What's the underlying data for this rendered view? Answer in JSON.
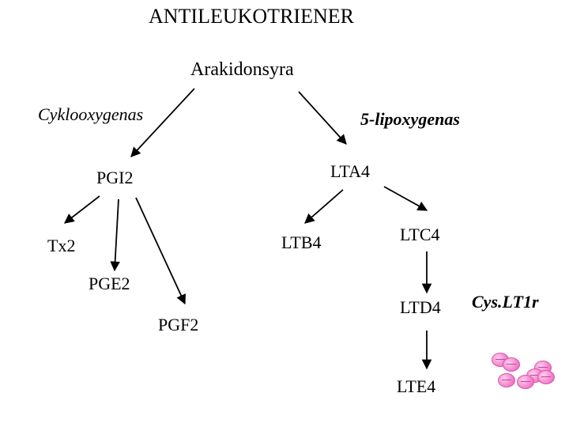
{
  "title": "ANTILEUKOTRIENER",
  "nodes": {
    "arachidonic": "Arakidonsyra",
    "cox": "Cyklooxygenas",
    "lox": "5-lipoxygenas",
    "pgi2": "PGI2",
    "lta4": "LTA4",
    "tx2": "Tx2",
    "ltb4": "LTB4",
    "ltc4": "LTC4",
    "pge2": "PGE2",
    "pgf2": "PGF2",
    "ltd4": "LTD4",
    "lte4": "LTE4",
    "receptor": "Cys.LT1r"
  },
  "colors": {
    "pill": "#f58ad0",
    "arrow": "#000000"
  },
  "icons": {
    "pills": "pink-tablets"
  }
}
